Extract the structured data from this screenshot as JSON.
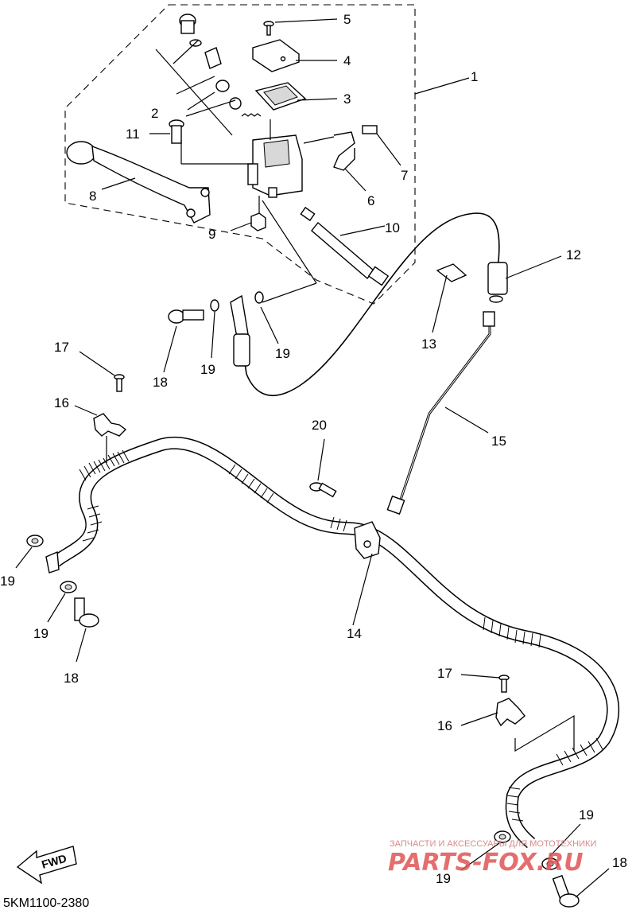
{
  "callouts": {
    "c1": "1",
    "c2": "2",
    "c3": "3",
    "c4": "4",
    "c5": "5",
    "c6": "6",
    "c7": "7",
    "c8": "8",
    "c9": "9",
    "c10": "10",
    "c11": "11",
    "c12": "12",
    "c13": "13",
    "c14": "14",
    "c15": "15",
    "c16a": "16",
    "c16b": "16",
    "c17a": "17",
    "c17b": "17",
    "c18a": "18",
    "c18b": "18",
    "c18c": "18",
    "c19a": "19",
    "c19b": "19",
    "c19c": "19",
    "c19d": "19",
    "c19e": "19",
    "c19f": "19",
    "c20": "20"
  },
  "diagram_code": "5KM1100-2380",
  "fwd_label": "FWD",
  "watermark": {
    "line1": "ЗАПЧАСТИ И АКСЕССУАРЫ ДЛЯ МОТОТЕХНИКИ",
    "line2": "PARTS-FOX.RU"
  }
}
